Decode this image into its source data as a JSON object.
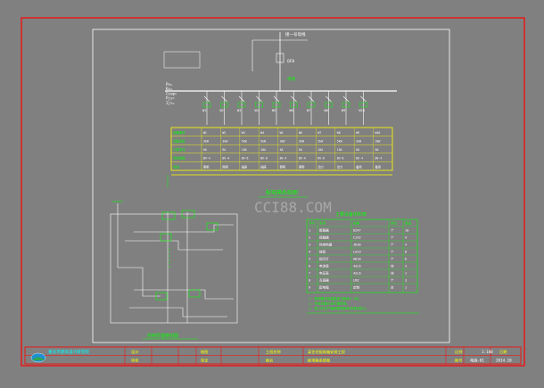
{
  "drawing": {
    "colors": {
      "background": "#808080",
      "frame": "#ff0000",
      "linework": "#ffffff",
      "annotation": "#00ff00",
      "highlight": "#ffff00",
      "title_text": "#00ffff",
      "watermark": "#c8c8c8"
    },
    "top_feed_label": "接一号母线",
    "breaker_label": "QF0",
    "busbar_label": "母线",
    "left_params": [
      "Pe=",
      "Kx=",
      "Cosφ=",
      "Pjs=",
      "Ijs="
    ],
    "feeder_codes": [
      "W1",
      "W2",
      "W3",
      "W4",
      "W5",
      "W6",
      "W7",
      "W8",
      "W9",
      "W10"
    ],
    "table_row_headers": [
      "回路编号",
      "设备容量",
      "计算电流",
      "导线规格",
      "用途"
    ],
    "table_cells": [
      [
        "W1",
        "W2",
        "W3",
        "W4",
        "W5",
        "W6",
        "W7",
        "W8",
        "W9",
        "W10"
      ],
      [
        "3kW",
        "3kW",
        "5kW",
        "5kW",
        "3kW",
        "3kW",
        "5kW",
        "5kW",
        "3kW",
        "3kW"
      ],
      [
        "6A",
        "6A",
        "10A",
        "10A",
        "6A",
        "6A",
        "10A",
        "10A",
        "6A",
        "6A"
      ],
      [
        "BV-4",
        "BV-4",
        "BV-6",
        "BV-6",
        "BV-4",
        "BV-4",
        "BV-6",
        "BV-6",
        "BV-4",
        "BV-4"
      ],
      [
        "照明",
        "照明",
        "插座",
        "插座",
        "照明",
        "照明",
        "动力",
        "动力",
        "备用",
        "备用"
      ]
    ],
    "system_caption": "配电箱系统图",
    "control_caption": "控制原理接线图",
    "materials_title": "主要设备材料表",
    "materials_headers": [
      "序号",
      "名称",
      "规格",
      "单位",
      "数量"
    ],
    "materials_rows": [
      [
        "1",
        "断路器",
        "DZ47",
        "个",
        "10"
      ],
      [
        "2",
        "接触器",
        "CJX2",
        "个",
        "4"
      ],
      [
        "3",
        "热继电器",
        "JR36",
        "个",
        "4"
      ],
      [
        "4",
        "按钮",
        "LA19",
        "个",
        "8"
      ],
      [
        "5",
        "指示灯",
        "AD16",
        "个",
        "6"
      ],
      [
        "6",
        "电流表",
        "42L6",
        "块",
        "3"
      ],
      [
        "7",
        "电压表",
        "42L6",
        "块",
        "1"
      ],
      [
        "8",
        "互感器",
        "LMZ",
        "个",
        "3"
      ],
      [
        "9",
        "配电箱",
        "定制",
        "台",
        "1"
      ]
    ],
    "notes": [
      "1. 配电箱安装高度底边距地1.5米。",
      "2. 所有设备均应可靠接地。",
      "3. 施工时应严格按照国家有关规范执行。"
    ],
    "watermark": "CCI88.COM",
    "title_block": {
      "company": "重庆市建筑设计研究院",
      "designer_label": "设计",
      "checker_label": "审核",
      "drafter_label": "制图",
      "approver_label": "审定",
      "project_label": "工程名称",
      "project_name": "某住宅配电箱安装工程",
      "drawing_label": "图名",
      "drawing_name": "配电箱系统图",
      "date_label": "日期",
      "sheet_label": "图号",
      "sheet_no": "电施-01",
      "scale_label": "比例",
      "scale": "1:100",
      "date": "2014.10"
    }
  }
}
